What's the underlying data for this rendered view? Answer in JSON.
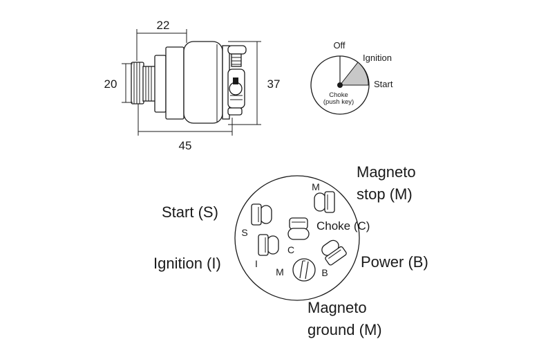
{
  "dimensions": {
    "width_top": "22",
    "height_left": "20",
    "height_right": "37",
    "length_bottom": "45"
  },
  "dial": {
    "off": "Off",
    "ignition": "Ignition",
    "start": "Start",
    "choke_line1": "Choke",
    "choke_line2": "(push key)",
    "start_fill_color": "#c8c8c8"
  },
  "terminals": {
    "magneto_stop_line1": "Magneto",
    "magneto_stop_line2": "stop (M)",
    "start": "Start (S)",
    "choke": "Choke (C)",
    "ignition": "Ignition (I)",
    "power": "Power (B)",
    "magneto_ground_line1": "Magneto",
    "magneto_ground_line2": "ground (M)",
    "pin_m_top": "M",
    "pin_s": "S",
    "pin_c": "C",
    "pin_i": "I",
    "pin_m_bottom": "M",
    "pin_b": "B"
  }
}
